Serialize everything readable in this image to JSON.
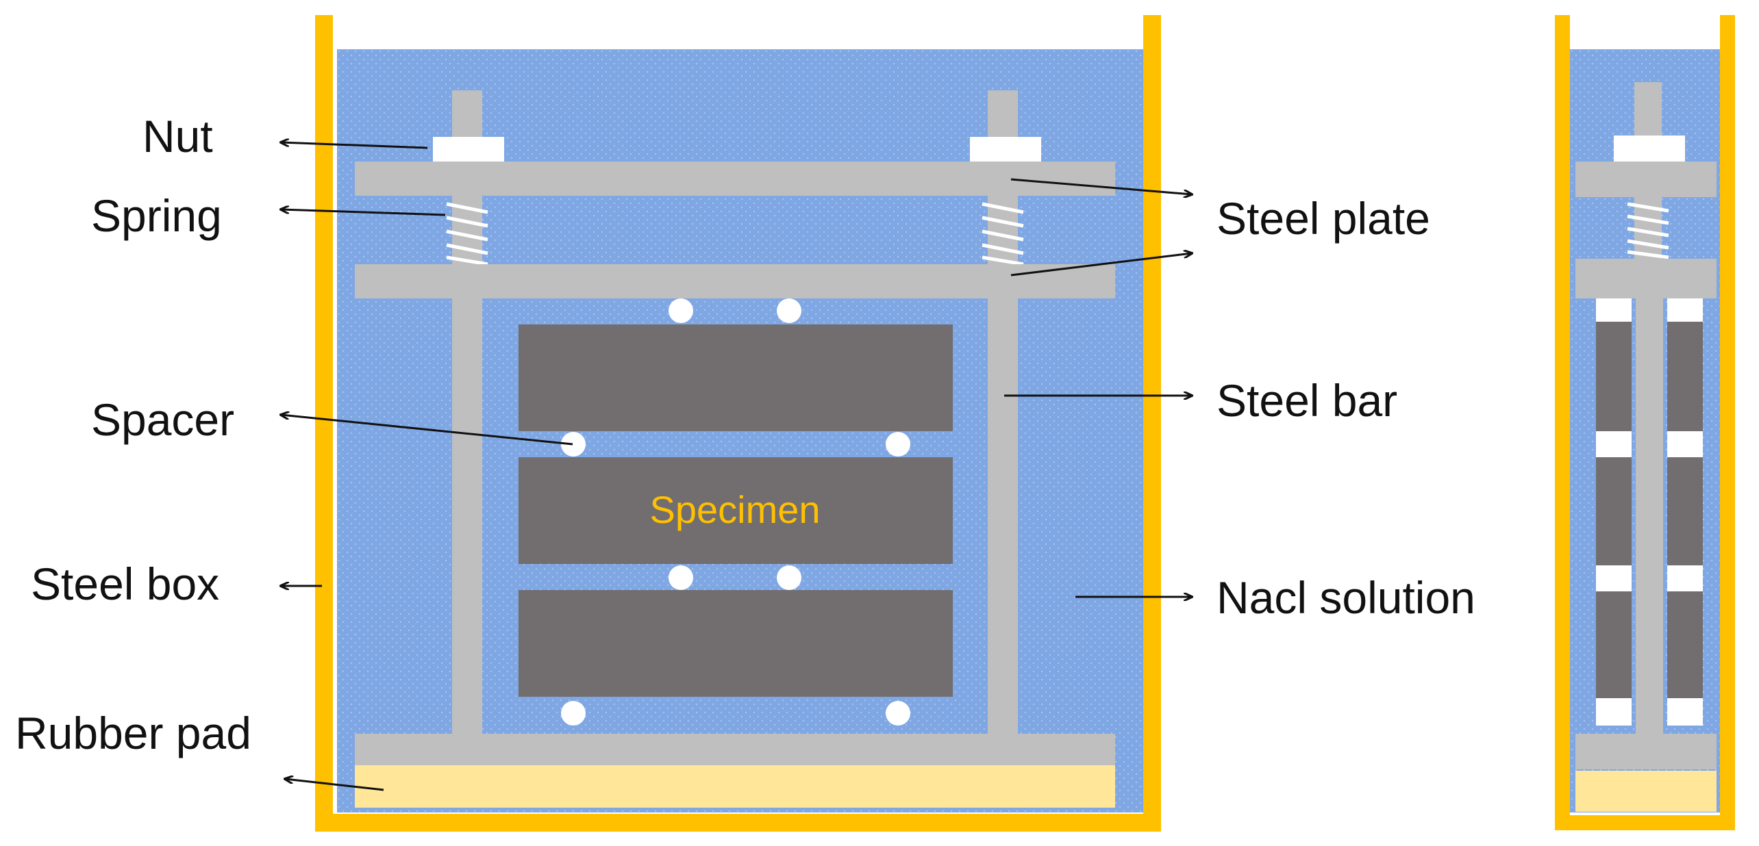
{
  "labels": {
    "nut": "Nut",
    "spring": "Spring",
    "spacer": "Spacer",
    "steel_box": "Steel box",
    "rubber_pad": "Rubber pad",
    "steel_plate": "Steel plate",
    "steel_bar": "Steel bar",
    "nacl_solution": "Nacl solution",
    "specimen": "Specimen"
  },
  "colors": {
    "steel_box": "#FFC000",
    "solution": "#7FA7E3",
    "steel": "#BFBFBF",
    "specimen": "#726E6F",
    "rubber_pad": "#FFE699",
    "spacer": "#FFFFFF",
    "specimen_label": "#FFC000"
  }
}
